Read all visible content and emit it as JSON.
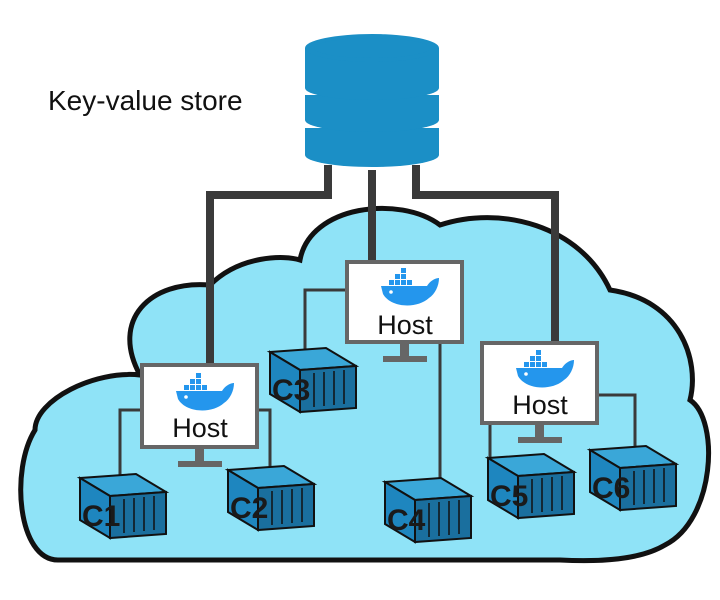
{
  "store": {
    "label": "Key-value store",
    "icon": "database-icon"
  },
  "hosts": [
    {
      "label": "Host",
      "icon": "docker-whale-icon"
    },
    {
      "label": "Host",
      "icon": "docker-whale-icon"
    },
    {
      "label": "Host",
      "icon": "docker-whale-icon"
    }
  ],
  "containers": [
    {
      "label": "C1"
    },
    {
      "label": "C2"
    },
    {
      "label": "C3"
    },
    {
      "label": "C4"
    },
    {
      "label": "C5"
    },
    {
      "label": "C6"
    }
  ],
  "colors": {
    "cloud_fill": "#8fe3f7",
    "outline": "#111111",
    "line": "#3a3a3a",
    "database": "#1b8fc6",
    "container_top": "#3aa7d8",
    "container_front": "#1e86bf",
    "container_side": "#1a6f9e",
    "monitor_frame": "#666666",
    "docker_blue": "#2496ed"
  }
}
